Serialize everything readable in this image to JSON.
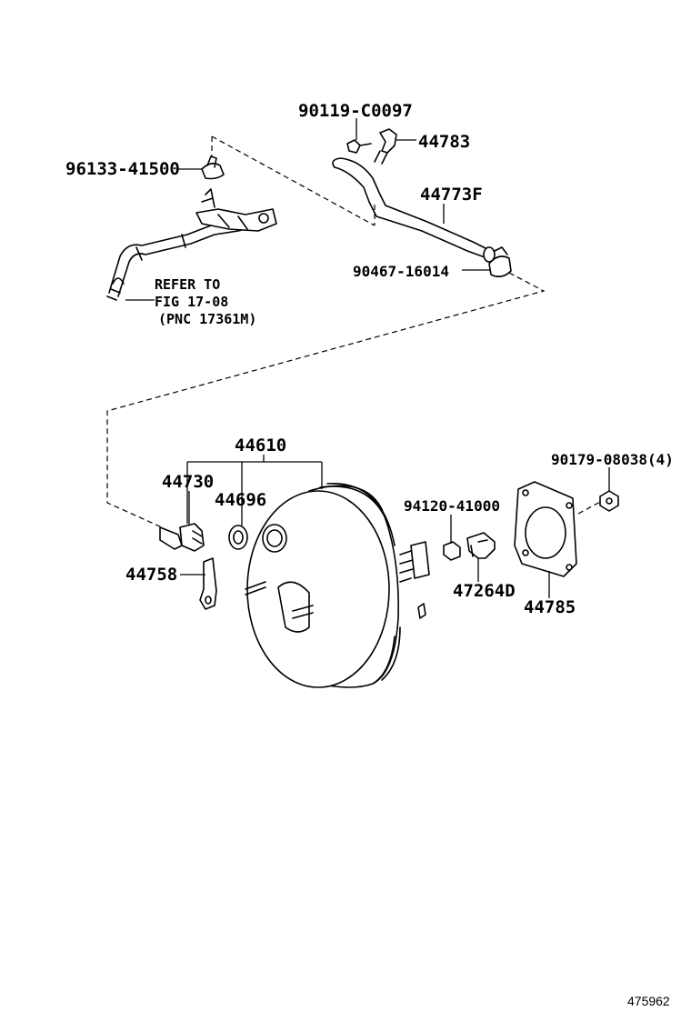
{
  "labels": {
    "p90119": "90119-C0097",
    "p44783": "44783",
    "p96133": "96133-41500",
    "p44773F": "44773F",
    "p90467": "90467-16014",
    "refer1": "REFER TO",
    "refer2": "FIG 17-08",
    "refer3": "(PNC 17361M)",
    "p44610": "44610",
    "p90179": "90179-08038(4)",
    "p44730": "44730",
    "p44696": "44696",
    "p94120": "94120-41000",
    "p44758": "44758",
    "p47264D": "47264D",
    "p44785": "44785"
  },
  "figure_number": "475962"
}
